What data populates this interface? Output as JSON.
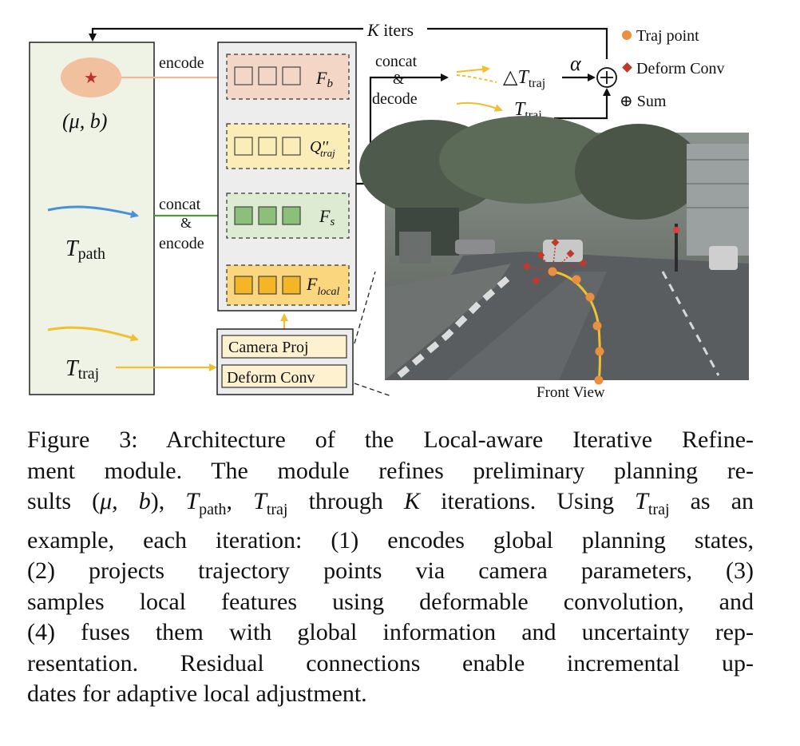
{
  "diagram": {
    "k_iters": "K iters",
    "mu_b": "(μ, b)",
    "t_path": "T",
    "t_path_sub": "path",
    "t_traj": "T",
    "t_traj_sub": "traj",
    "encode": "encode",
    "concat": "concat",
    "amp": "&",
    "encode2": "encode",
    "concat_decode_1": "concat",
    "concat_decode_2": "&",
    "concat_decode_3": "decode",
    "feature_fb": "F",
    "feature_fb_sub": "b",
    "feature_q": "Q''",
    "feature_q_sub": "traj",
    "feature_fs": "F",
    "feature_fs_sub": "s",
    "feature_flocal": "F",
    "feature_flocal_sub": "local",
    "camera_proj": "Camera Proj",
    "deform_conv": "Deform Conv",
    "delta_t": "△T",
    "delta_t_sub": "traj",
    "t_traj_out": "T",
    "t_traj_out_sub": "traj",
    "alpha": "α",
    "legend_traj_point": "Traj point",
    "legend_deform_conv": "Deform Conv",
    "legend_sum": "⊕ Sum",
    "front_view": "Front View"
  },
  "caption": {
    "p1": "Figure 3: Architecture of the Local-aware Iterative Refine-",
    "p2": "ment module. The module refines preliminary planning re-",
    "p3a": "sults (",
    "p3b": "μ, b",
    "p3c": "), ",
    "p3d": "T",
    "p3e": "path",
    "p3f": ", ",
    "p3g": "T",
    "p3h": "traj",
    "p3i": " through ",
    "p3j": "K",
    "p3k": " iterations. Using ",
    "p3l": "T",
    "p3m": "traj",
    "p3n": " as an",
    "p4": "example, each iteration: (1) encodes global planning states,",
    "p5": "(2) projects trajectory points via camera parameters, (3)",
    "p6": "samples local features using deformable convolution, and",
    "p7": "(4) fuses them with global information and uncertainty rep-",
    "p8": "resentation. Residual connections enable incremental up-",
    "p9": "dates for adaptive local adjustment."
  },
  "colors": {
    "left_panel": "#eef3e6",
    "fb_fill": "#f3d6c6",
    "q_fill": "#fbedb8",
    "fs_fill": "#dcebd1",
    "flocal_fill": "#fad67e",
    "traj_orange": "#e8903f",
    "deform_red": "#c0392b",
    "yellow_line": "#f0c030",
    "blue_line": "#4a8fd8",
    "green_arrow": "#4f9a3a",
    "peach_arrow": "#f0b898"
  }
}
